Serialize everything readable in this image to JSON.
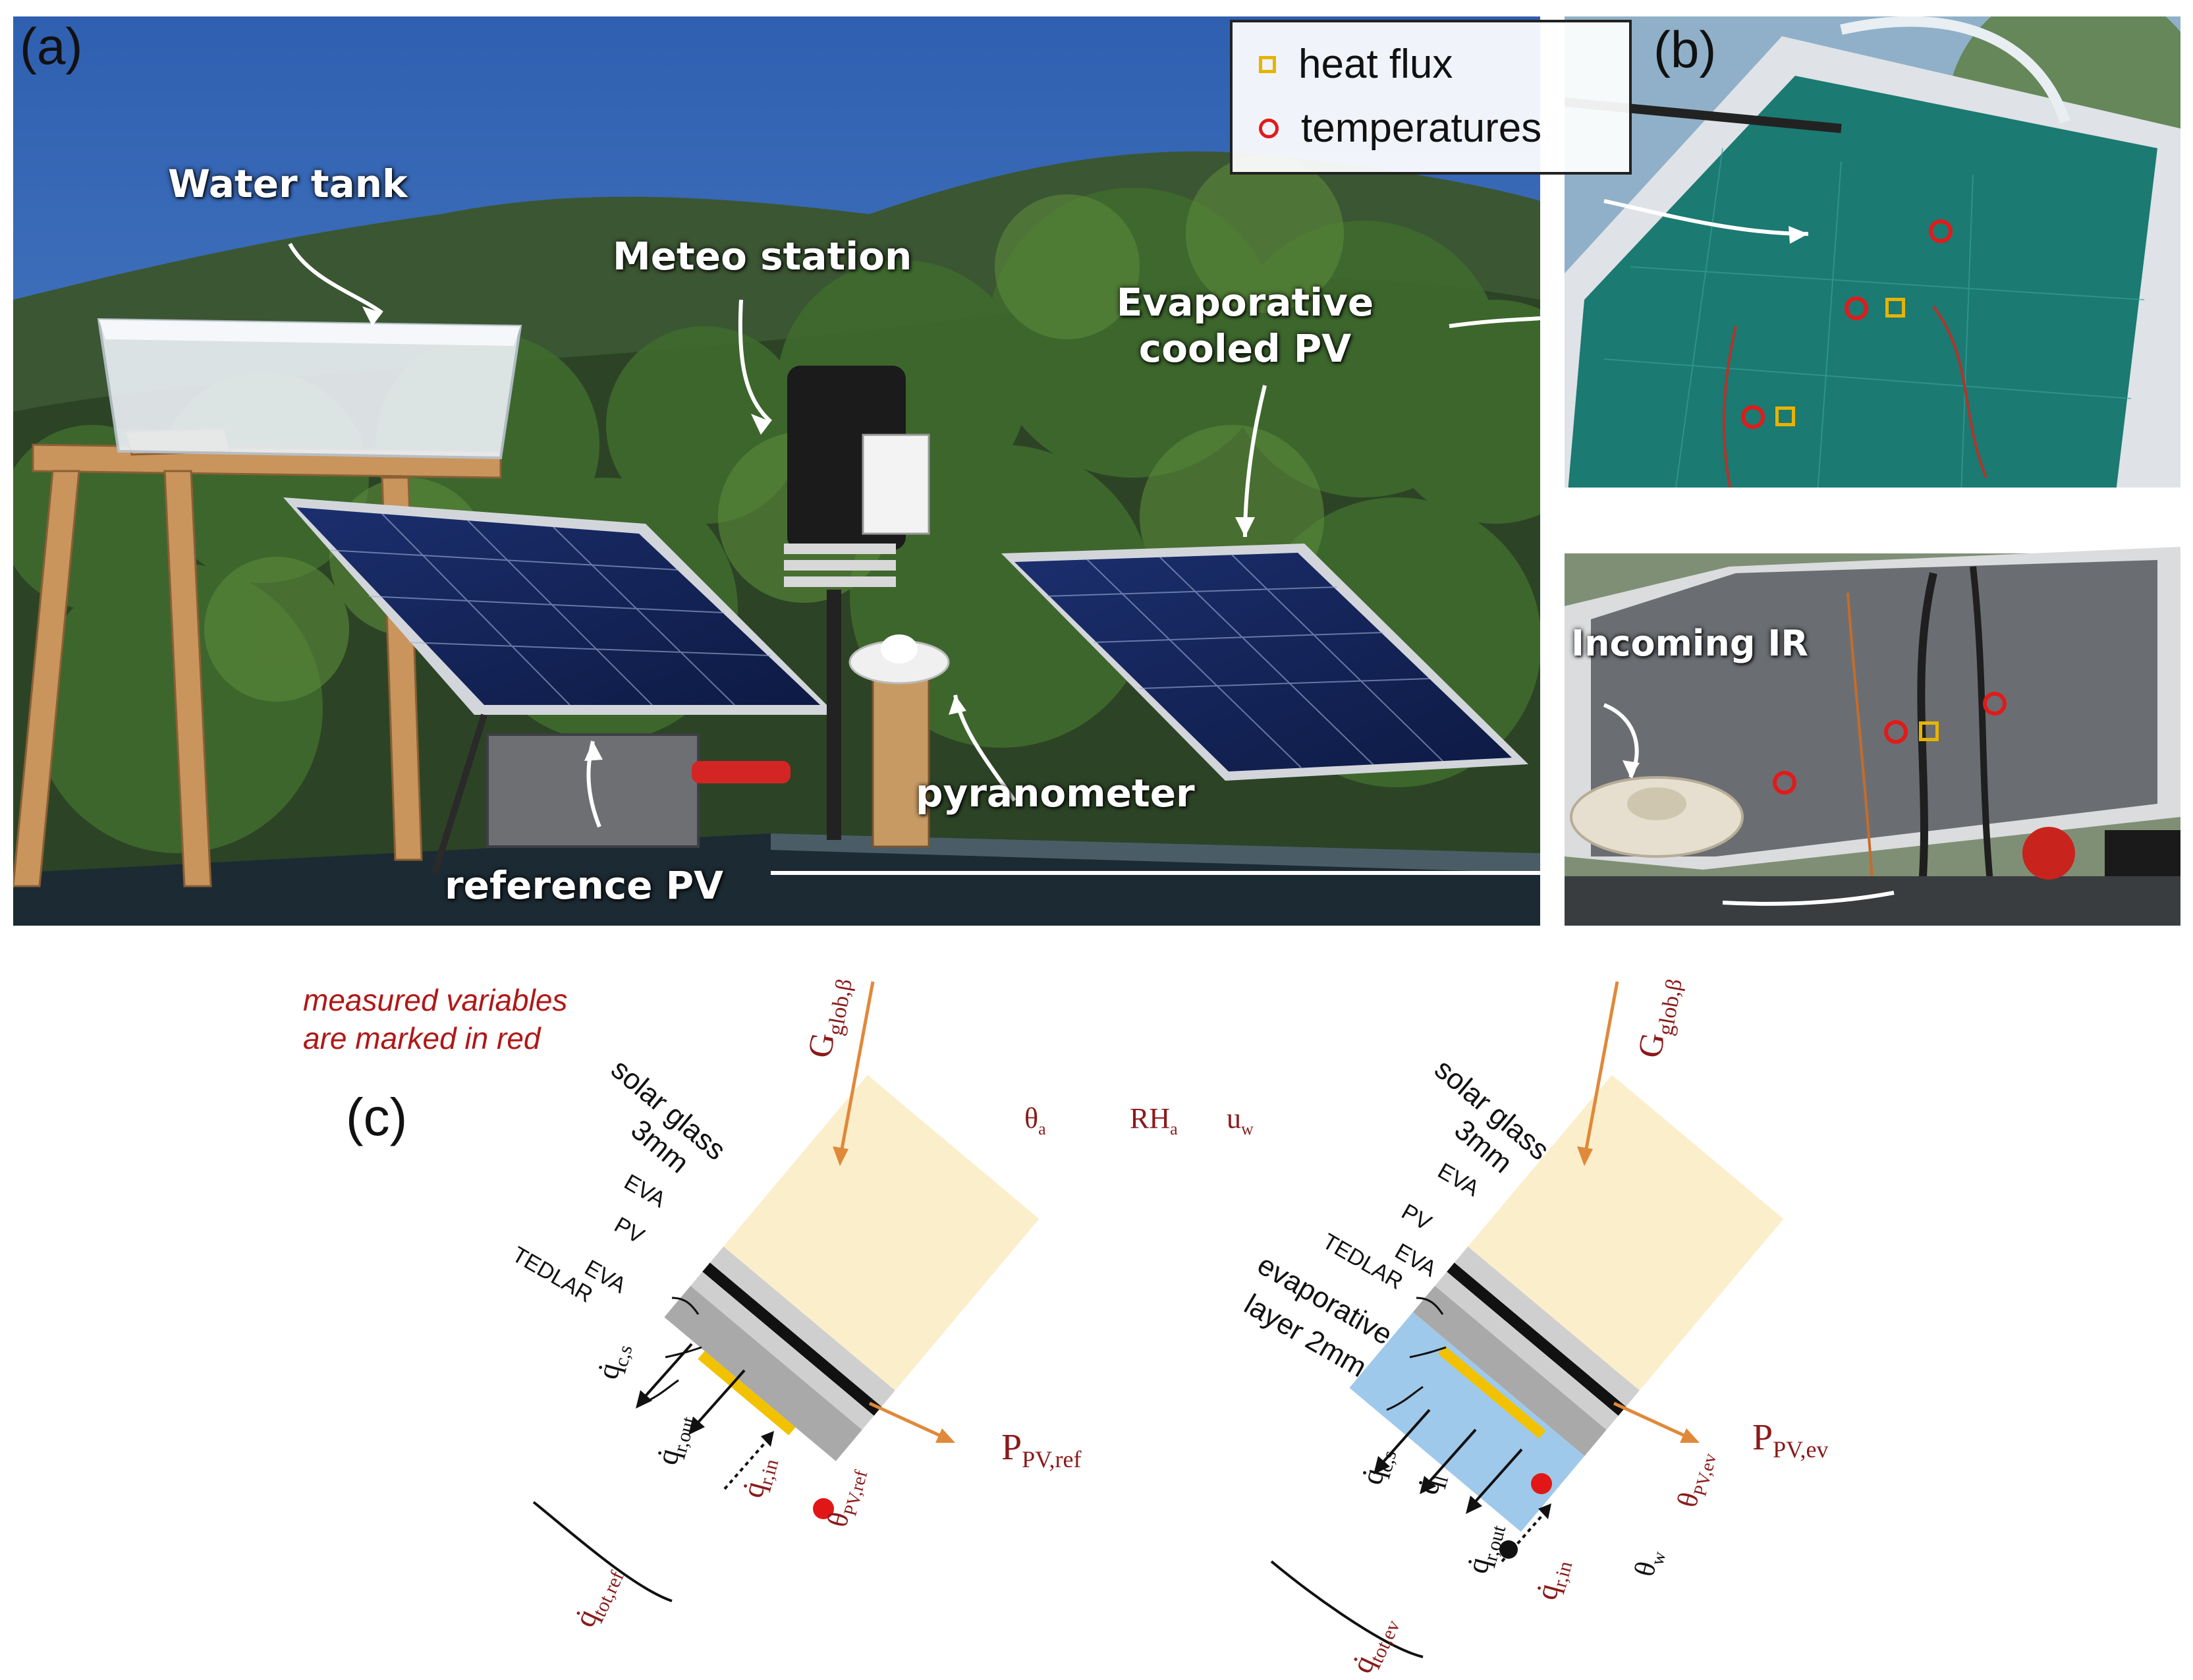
{
  "panel_a": {
    "tag": "(a)",
    "labels": {
      "water_tank": "Water tank",
      "meteo_station": "Meteo station",
      "evaporative_cooled_pv": "Evaporative cooled PV",
      "pyranometer": "pyranometer",
      "reference_pv": "reference PV"
    }
  },
  "panel_b": {
    "tag": "(b)",
    "incoming_ir": "Incoming IR"
  },
  "legend": {
    "heat_flux": "heat flux",
    "temperatures": "temperatures",
    "heat_flux_color": "#e8b300",
    "temperatures_color": "#e21a1a"
  },
  "panel_c": {
    "tag": "(c)",
    "note_line1": "measured variables",
    "note_line2": "are marked in red",
    "ambient": {
      "theta_a": "θ",
      "theta_a_sub": "a",
      "rh_a": "RH",
      "rh_a_sub": "a",
      "u_w": "u",
      "u_w_sub": "w"
    },
    "layers": {
      "solar_glass_1": "solar glass",
      "solar_glass_2": "3mm",
      "eva": "EVA",
      "pv": "PV",
      "tedlar": "TEDLAR",
      "evap_1": "evaporative",
      "evap_2": "layer 2mm"
    },
    "symbols": {
      "G_main": "G",
      "G_sub": "glob,β",
      "P_main": "P",
      "P_ref_sub": "PV,ref",
      "P_ev_sub": "PV,ev",
      "q_dot": "q̇",
      "q_cs_sub": "c,s",
      "q_rout_sub": "r,out",
      "q_rin_sub": "r,in",
      "q_l_sub": "l",
      "q_totref_sub": "tot,ref",
      "q_totev_sub": "tot,ev",
      "theta_main": "θ",
      "theta_pvref_sub": "PV,ref",
      "theta_pvev_sub": "PV,ev",
      "theta_w_sub": "w"
    },
    "colors": {
      "glass": "#fbeecb",
      "eva": "#cfcfcf",
      "pv": "#111111",
      "tedlar": "#a9a9a9",
      "water": "#9fc9ea",
      "flux_sensor": "#f2c200",
      "arrow_orange": "#e0893a",
      "dot_red": "#e11717",
      "dot_black": "#111111",
      "label_red": "#8b1a1a"
    }
  }
}
